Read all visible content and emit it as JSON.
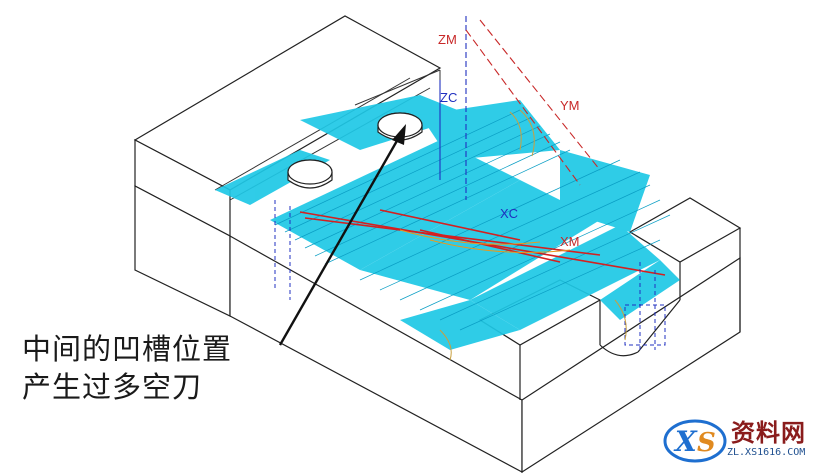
{
  "axes": {
    "zm": "ZM",
    "zc": "ZC",
    "ym": "YM",
    "xc": "XC",
    "xm": "XM"
  },
  "callout": {
    "line1": "中间的凹槽位置",
    "line2": "产生过多空刀"
  },
  "watermark": {
    "title": "资料网",
    "url": "ZL.XS1616.COM"
  },
  "colors": {
    "toolpath": "#1ec8e6",
    "cut_red": "#d42020",
    "axis_blue": "#2030c0",
    "axis_red": "#c82828",
    "outline": "#222222"
  }
}
